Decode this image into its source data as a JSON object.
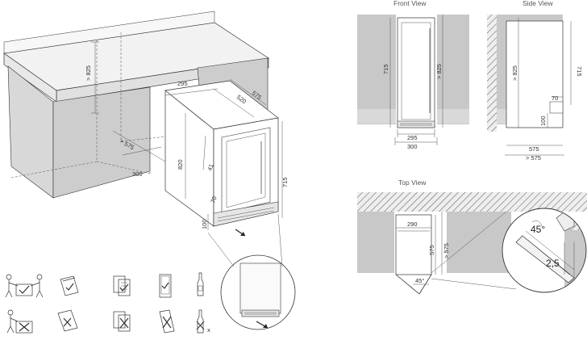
{
  "views": {
    "front": "Front View",
    "side": "Side View",
    "top": "Top View"
  },
  "dimensions": {
    "iso_825": "> 825",
    "iso_575": "> 575",
    "iso_300": "300",
    "iso_295": "295",
    "iso_520": "520",
    "iso_575b": "575",
    "iso_820": "820",
    "iso_715": "715",
    "iso_41": "41",
    "iso_70": "70",
    "iso_100": "100",
    "front_715": "715",
    "front_825": "> 825",
    "front_295": "295",
    "front_300": "300",
    "side_825": "> 825",
    "side_715": "715",
    "side_70": "70",
    "side_100": "100",
    "side_575": "575",
    "side_575b": "> 575",
    "top_290": "290",
    "top_575": "575",
    "top_575b": "> 575",
    "detail_angle": "45°",
    "detail_gap": "2,5"
  },
  "colors": {
    "wall": "#c8c8c8",
    "wall_light": "#d9d9d9",
    "line": "#333333"
  },
  "icons": [
    "two-person-lift-ok-icon",
    "manual-ok-icon",
    "checklist-ok-icon",
    "unit-upright-ok-icon",
    "bottle-ok-icon",
    "one-person-lift-no-icon",
    "manual-no-icon",
    "checklist-no-icon",
    "unit-tilted-no-icon",
    "bottle-no-icon"
  ]
}
